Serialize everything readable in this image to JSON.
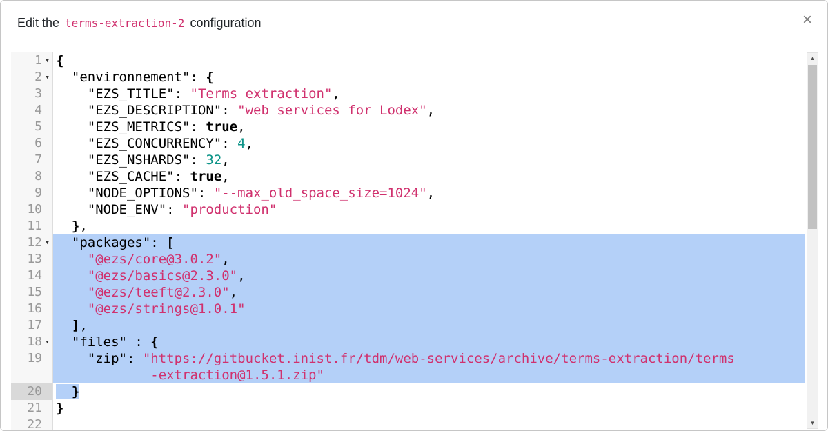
{
  "modal": {
    "title_prefix": "Edit the ",
    "title_code": "terms-extraction-2",
    "title_suffix": " configuration",
    "close_label": "×"
  },
  "colors": {
    "string_token": "#d0316e",
    "number_token": "#0d9488",
    "selection": "#b4d0f8",
    "title_code": "#d0316e"
  },
  "editor": {
    "language": "json",
    "fold_glyph": "▾",
    "lines": [
      {
        "num": "1",
        "fold": true,
        "rows": [
          [
            {
              "y": "brace",
              "t": "{"
            }
          ]
        ]
      },
      {
        "num": "2",
        "fold": true,
        "rows": [
          [
            {
              "y": "plain",
              "t": "  "
            },
            {
              "y": "key",
              "t": "\"environnement\""
            },
            {
              "y": "plain",
              "t": ": "
            },
            {
              "y": "brace",
              "t": "{"
            }
          ]
        ]
      },
      {
        "num": "3",
        "rows": [
          [
            {
              "y": "plain",
              "t": "    "
            },
            {
              "y": "key",
              "t": "\"EZS_TITLE\""
            },
            {
              "y": "plain",
              "t": ": "
            },
            {
              "y": "str",
              "t": "\"Terms extraction\""
            },
            {
              "y": "plain",
              "t": ","
            }
          ]
        ]
      },
      {
        "num": "4",
        "rows": [
          [
            {
              "y": "plain",
              "t": "    "
            },
            {
              "y": "key",
              "t": "\"EZS_DESCRIPTION\""
            },
            {
              "y": "plain",
              "t": ": "
            },
            {
              "y": "str",
              "t": "\"web services for Lodex\""
            },
            {
              "y": "plain",
              "t": ","
            }
          ]
        ]
      },
      {
        "num": "5",
        "rows": [
          [
            {
              "y": "plain",
              "t": "    "
            },
            {
              "y": "key",
              "t": "\"EZS_METRICS\""
            },
            {
              "y": "plain",
              "t": ": "
            },
            {
              "y": "atom",
              "t": "true"
            },
            {
              "y": "plain",
              "t": ","
            }
          ]
        ]
      },
      {
        "num": "6",
        "rows": [
          [
            {
              "y": "plain",
              "t": "    "
            },
            {
              "y": "key",
              "t": "\"EZS_CONCURRENCY\""
            },
            {
              "y": "plain",
              "t": ": "
            },
            {
              "y": "num",
              "t": "4"
            },
            {
              "y": "plain",
              "t": ","
            }
          ]
        ]
      },
      {
        "num": "7",
        "rows": [
          [
            {
              "y": "plain",
              "t": "    "
            },
            {
              "y": "key",
              "t": "\"EZS_NSHARDS\""
            },
            {
              "y": "plain",
              "t": ": "
            },
            {
              "y": "num",
              "t": "32"
            },
            {
              "y": "plain",
              "t": ","
            }
          ]
        ]
      },
      {
        "num": "8",
        "rows": [
          [
            {
              "y": "plain",
              "t": "    "
            },
            {
              "y": "key",
              "t": "\"EZS_CACHE\""
            },
            {
              "y": "plain",
              "t": ": "
            },
            {
              "y": "atom",
              "t": "true"
            },
            {
              "y": "plain",
              "t": ","
            }
          ]
        ]
      },
      {
        "num": "9",
        "rows": [
          [
            {
              "y": "plain",
              "t": "    "
            },
            {
              "y": "key",
              "t": "\"NODE_OPTIONS\""
            },
            {
              "y": "plain",
              "t": ": "
            },
            {
              "y": "str",
              "t": "\"--max_old_space_size=1024\""
            },
            {
              "y": "plain",
              "t": ","
            }
          ]
        ]
      },
      {
        "num": "10",
        "rows": [
          [
            {
              "y": "plain",
              "t": "    "
            },
            {
              "y": "key",
              "t": "\"NODE_ENV\""
            },
            {
              "y": "plain",
              "t": ": "
            },
            {
              "y": "str",
              "t": "\"production\""
            }
          ]
        ]
      },
      {
        "num": "11",
        "rows": [
          [
            {
              "y": "plain",
              "t": "  "
            },
            {
              "y": "brace",
              "t": "}"
            },
            {
              "y": "plain",
              "t": ","
            }
          ]
        ]
      },
      {
        "num": "12",
        "fold": true,
        "sel": "full",
        "rows": [
          [
            {
              "y": "plain",
              "t": "  "
            },
            {
              "y": "key",
              "t": "\"packages\""
            },
            {
              "y": "plain",
              "t": ": "
            },
            {
              "y": "brace",
              "t": "["
            }
          ]
        ]
      },
      {
        "num": "13",
        "sel": "full",
        "rows": [
          [
            {
              "y": "plain",
              "t": "    "
            },
            {
              "y": "str",
              "t": "\"@ezs/core@3.0.2\""
            },
            {
              "y": "plain",
              "t": ","
            }
          ]
        ]
      },
      {
        "num": "14",
        "sel": "full",
        "rows": [
          [
            {
              "y": "plain",
              "t": "    "
            },
            {
              "y": "str",
              "t": "\"@ezs/basics@2.3.0\""
            },
            {
              "y": "plain",
              "t": ","
            }
          ]
        ]
      },
      {
        "num": "15",
        "sel": "full",
        "rows": [
          [
            {
              "y": "plain",
              "t": "    "
            },
            {
              "y": "str",
              "t": "\"@ezs/teeft@2.3.0\""
            },
            {
              "y": "plain",
              "t": ","
            }
          ]
        ]
      },
      {
        "num": "16",
        "sel": "full",
        "rows": [
          [
            {
              "y": "plain",
              "t": "    "
            },
            {
              "y": "str",
              "t": "\"@ezs/strings@1.0.1\""
            }
          ]
        ]
      },
      {
        "num": "17",
        "sel": "full",
        "rows": [
          [
            {
              "y": "plain",
              "t": "  "
            },
            {
              "y": "brace",
              "t": "]"
            },
            {
              "y": "plain",
              "t": ","
            }
          ]
        ]
      },
      {
        "num": "18",
        "fold": true,
        "sel": "full",
        "rows": [
          [
            {
              "y": "plain",
              "t": "  "
            },
            {
              "y": "key",
              "t": "\"files\""
            },
            {
              "y": "plain",
              "t": " : "
            },
            {
              "y": "brace",
              "t": "{"
            }
          ]
        ]
      },
      {
        "num": "19",
        "sel": "full",
        "rows": [
          [
            {
              "y": "plain",
              "t": "    "
            },
            {
              "y": "key",
              "t": "\"zip\""
            },
            {
              "y": "plain",
              "t": ": "
            },
            {
              "y": "str",
              "t": "\"https://gitbucket.inist.fr/tdm/web-services/archive/terms-extraction/terms"
            }
          ],
          [
            {
              "y": "plain",
              "t": "            "
            },
            {
              "y": "str",
              "t": "-extraction@1.5.1.zip\""
            }
          ]
        ]
      },
      {
        "num": "20",
        "sel": "partial",
        "active": true,
        "rows": [
          [
            {
              "y": "plain",
              "t": "  "
            },
            {
              "y": "brace",
              "t": "}"
            }
          ]
        ]
      },
      {
        "num": "21",
        "rows": [
          [
            {
              "y": "brace",
              "t": "}"
            }
          ]
        ]
      },
      {
        "num": "22",
        "rows": [
          []
        ]
      }
    ]
  },
  "scrollbar": {
    "up_glyph": "▲",
    "down_glyph": "▼"
  }
}
